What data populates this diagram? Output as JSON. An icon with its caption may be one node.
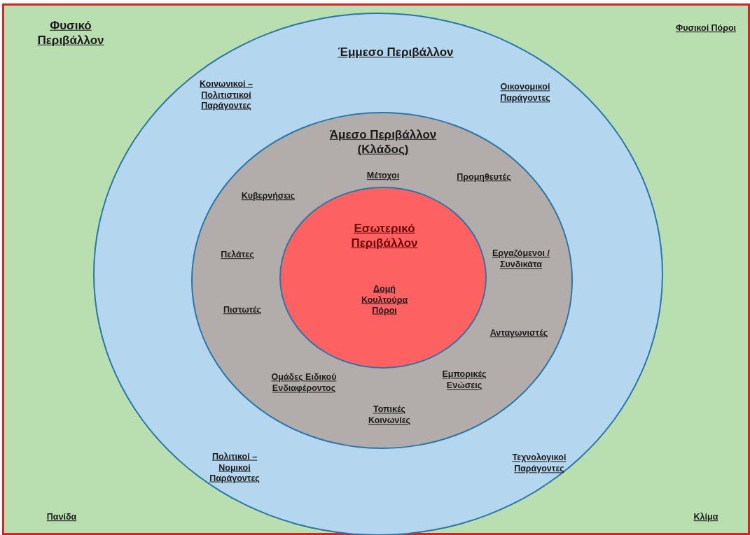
{
  "diagram": {
    "nodes": [
      {
        "text": [
          "Φυσικό Περιβάλλον",
          "Φυσικοί Πόροι",
          "Πανίδα",
          "Κλίμα"
        ]
      },
      {
        "text": [
          "Έμμεσο Περιβάλλον",
          "Κοινωνικοί – Πολιτιστικοί Παράγοντες",
          "Οικονομικοί Παράγοντες",
          "Πολιτικοί – Νομικοί Παράγοντες",
          "Τεχνολογικοί Παράγοντες"
        ],
        "in": 0
      },
      {
        "text": [
          "Άμεσο Περιβάλλον (Κλάδος)",
          "Μέτοχοι",
          "Προμηθευτές",
          "Κυβερνήσεις",
          "Πελάτες",
          "Εργαζόμενοι /Συνδικάτα",
          "Πιστωτές",
          "Ανταγωνιστές",
          "Ομάδες Ειδικού Ενδιαφέροντος",
          "Εμπορικές Ενώσεις",
          "Τοπικές Κοινωνίες"
        ],
        "in": 1
      },
      {
        "text": [
          "Εσωτερικό Περιβάλλον",
          "Δομή Κουλτούρα Πόροι"
        ],
        "in": 2
      }
    ]
  }
}
